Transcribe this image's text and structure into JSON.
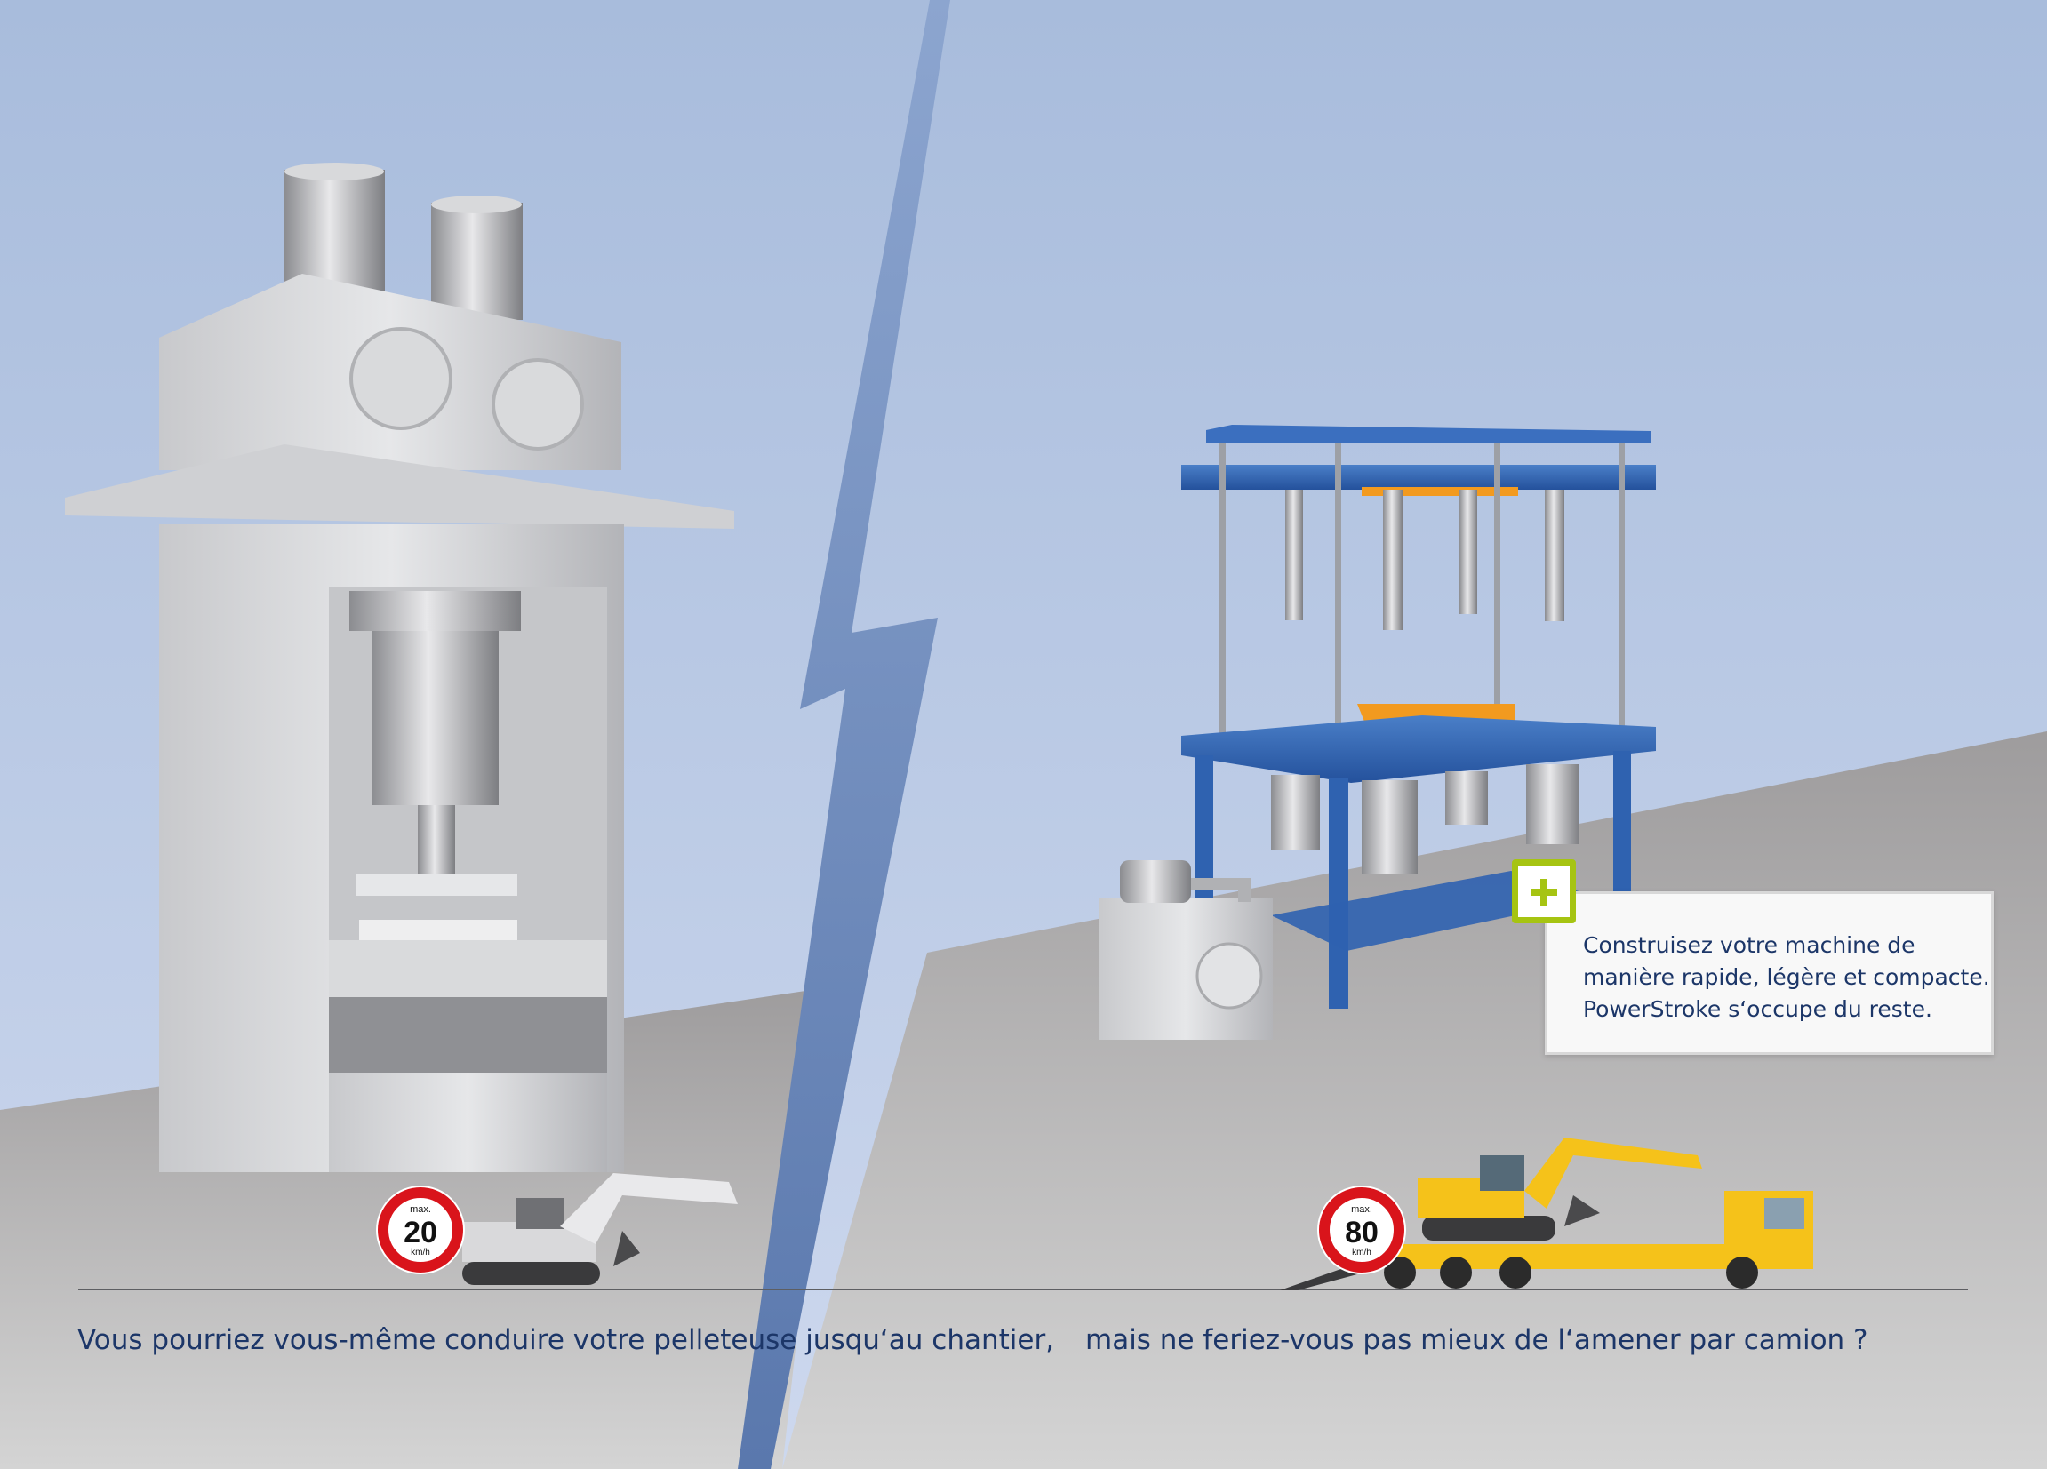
{
  "captions": {
    "left": "Vous pourriez vous-même conduire votre pelleteuse jusqu‘au chantier,",
    "right": "mais ne feriez-vous pas mieux de l‘amener par camion ?"
  },
  "callout": {
    "lines": [
      "Construisez votre machine de",
      "manière rapide, légère et compacte.",
      "PowerStroke s‘occupe du reste."
    ]
  },
  "signs": {
    "left": {
      "top": "max.",
      "speed": "20",
      "unit": "km/h"
    },
    "right": {
      "top": "max.",
      "speed": "80",
      "unit": "km/h"
    }
  },
  "colors": {
    "accent_green": "#a6c412",
    "text_blue": "#1c3668",
    "machine_blue": "#2f62b0",
    "orange": "#f29a1f",
    "excavator_yellow": "#f5c21a"
  }
}
